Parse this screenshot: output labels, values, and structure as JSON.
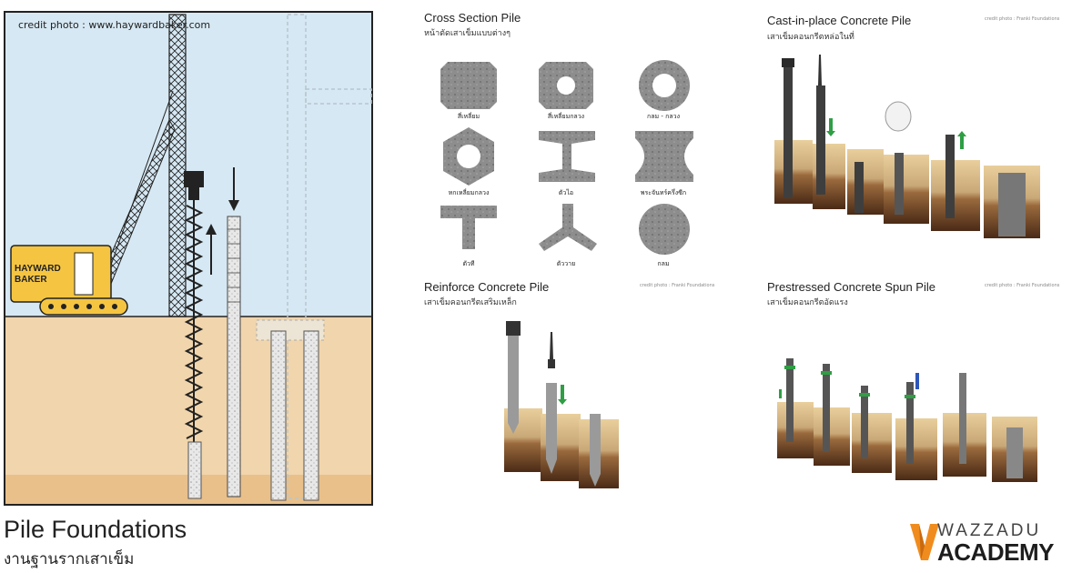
{
  "left": {
    "credit": "credit photo : www.haywardbaker.com",
    "crane_brand_line1": "HAYWARD",
    "crane_brand_line2": "BAKER"
  },
  "title": "Pile Foundations",
  "subtitle": "งานฐานรากเสาเข็ม",
  "cross_section": {
    "title": "Cross Section Pile",
    "subtitle": "หน้าตัดเสาเข็มแบบต่างๆ",
    "shapes": [
      {
        "label": "สี่เหลี่ยม"
      },
      {
        "label": "สี่เหลี่ยมกลวง"
      },
      {
        "label": "กลม - กลวง"
      },
      {
        "label": "หกเหลี่ยมกลวง"
      },
      {
        "label": "ตัวไอ"
      },
      {
        "label": "พระจันทร์ครึ่งซีก"
      },
      {
        "label": "ตัวที"
      },
      {
        "label": "ตัววาย"
      },
      {
        "label": "กลม"
      }
    ]
  },
  "cast_in_place": {
    "title": "Cast-in-place Concrete Pile",
    "subtitle": "เสาเข็มคอนกรีตหล่อในที่",
    "credit": "credit photo : Franki Foundations"
  },
  "reinforce": {
    "title": "Reinforce Concrete Pile",
    "subtitle": "เสาเข็มคอนกรีตเสริมเหล็ก",
    "credit": "credit photo : Franki Foundations"
  },
  "prestressed": {
    "title": "Prestressed Concrete Spun Pile",
    "subtitle": "เสาเข็มคอนกรีตอัดแรง",
    "credit": "credit photo : Franki Foundations"
  },
  "logo": {
    "line1": "WAZZADU",
    "line2": "ACADEMY"
  },
  "colors": {
    "sky": "#cfe3f0",
    "soil": "#f1d6ae",
    "crane": "#f5c542",
    "concrete": "#8a8a8a",
    "logo_orange": "#f08c1e"
  }
}
